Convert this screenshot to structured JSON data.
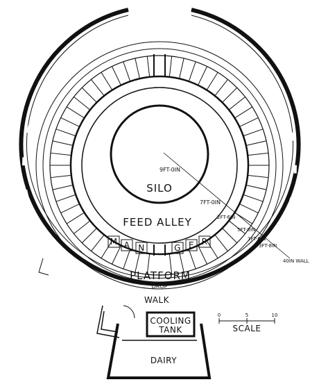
{
  "plan": {
    "silo_label": "SILO",
    "feed_alley_label": "FEED ALLEY",
    "manger_letters": [
      "M",
      "A",
      "N",
      "G",
      "E",
      "R"
    ],
    "platform_label": "PLATFORM",
    "drop_label": "DROP",
    "walk_label": "WALK",
    "cooling_tank_label_1": "COOLING",
    "cooling_tank_label_2": "TANK",
    "dairy_label": "DAIRY",
    "scale_label": "SCALE",
    "scale_ticks": [
      "0",
      "5",
      "10"
    ],
    "dimensions": {
      "silo_radius": "9FT-0IN",
      "feed_alley": "7FT-0IN",
      "manger": "2FT-6IN",
      "stall": "5FT-0IN",
      "gutter": "1FT-6IN",
      "platform": "3FT-8IN",
      "wall": "40IN WALL"
    },
    "colors": {
      "ink": "#111111",
      "paper": "#ffffff"
    }
  }
}
